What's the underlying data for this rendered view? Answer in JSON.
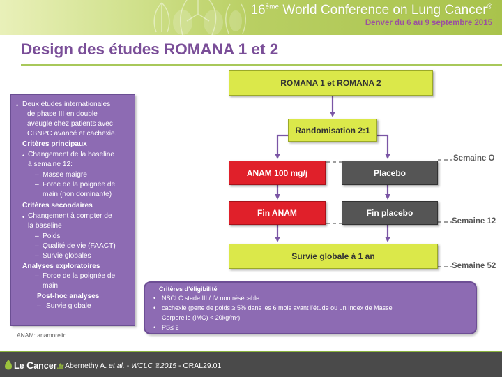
{
  "header": {
    "conference_prefix": "16",
    "conference_sup": "ème",
    "conference_main": " World Conference on Lung Cancer",
    "conference_reg": "®",
    "subtitle": "Denver du 6 au 9 septembre 2015"
  },
  "slide": {
    "title": "Design des études ROMANA 1 et 2"
  },
  "left_panel": {
    "lines": [
      "Deux études internationales",
      "de phase III en double",
      "aveugle chez patients avec",
      "CBNPC avancé et cachexie.",
      "Critères principaux",
      "Changement de la baseline",
      "à semaine 12:",
      "Masse maigre",
      "Force de la poignée de",
      "main (non dominante)",
      "Critères secondaires",
      "Changement à compter de",
      "la baseline",
      "Poids",
      "Qualité de vie (FAACT)",
      "Survie globales",
      "Analyses exploratoires",
      "Force de la poignée de",
      "main",
      "Post-hoc analyses",
      "Survie globale"
    ],
    "bullet": "•",
    "dash": "–"
  },
  "footnote": "ANAM: anamorelin",
  "flow": {
    "top": "ROMANA 1 et ROMANA 2",
    "randomisation": "Randomisation  2:1",
    "anam": "ANAM 100 mg/j",
    "placebo": "Placebo",
    "fin_anam": "Fin ANAM",
    "fin_placebo": "Fin placebo",
    "survie": "Survie globale à 1 an",
    "colors": {
      "lime": "#dbe84a",
      "red": "#e0202a",
      "gray": "#555555",
      "arrow": "#7a55a5"
    }
  },
  "weeks": [
    "Semaine O",
    "Semaine 12",
    "Semaine 52"
  ],
  "eligibility": {
    "title": "Critères d’éligibilité",
    "items": [
      "NSCLC stade III / IV non résécable",
      "cachexie (perte de poids ≥ 5% dans les 6 mois avant l’étude ou un Index de Masse",
      "Corporelle (IMC) < 20kg/m²)",
      "PS≤ 2"
    ]
  },
  "footer": {
    "logo_le": "Le ",
    "logo_c": "C",
    "logo_ancer": "ancer",
    "logo_fr": ".fr",
    "citation_authors": "Abernethy A. ",
    "citation_etal": "et al.",
    "citation_rest": " - WCLC ®2015 - ORAL29.01",
    "citation_journal": "WCLC ®2015",
    "citation_id": "ORAL29.01"
  }
}
